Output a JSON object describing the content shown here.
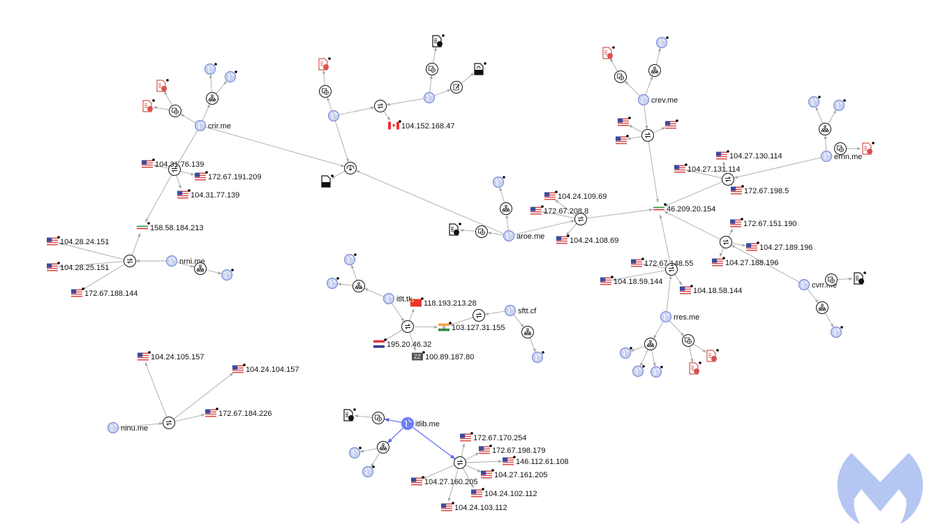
{
  "colors": {
    "edge": "#a8a8a8",
    "edge_highlight": "#5b6cf0",
    "domain_fill": "#c9d2f0",
    "domain_stroke": "#7f8fd8",
    "domain_highlight": "#5b6cf0",
    "file_red": "#d9534f",
    "logo": "#b4c6f2"
  },
  "nodes": [
    {
      "id": "crir",
      "type": "domain",
      "label": "crir.me"
    },
    {
      "id": "crir_dl",
      "type": "dns"
    },
    {
      "id": "crir_f1",
      "type": "file-red"
    },
    {
      "id": "crir_f2",
      "type": "file-red"
    },
    {
      "id": "crir_ws",
      "type": "sitemap"
    },
    {
      "id": "crir_g1",
      "type": "globe"
    },
    {
      "id": "crir_g2",
      "type": "globe"
    },
    {
      "id": "crir_rs",
      "type": "resolve"
    },
    {
      "id": "ip_104_31_76_139",
      "type": "flag",
      "flag": "us",
      "label": "104.31.76.139"
    },
    {
      "id": "ip_172_67_191_209",
      "type": "flag",
      "flag": "us",
      "label": "172.67.191.209"
    },
    {
      "id": "ip_104_31_77_139",
      "type": "flag",
      "flag": "us",
      "label": "104.31.77.139"
    },
    {
      "id": "ip_158_58_184_213",
      "type": "flag",
      "flag": "ir",
      "label": "158.58.184.213"
    },
    {
      "id": "nrni_rs",
      "type": "resolve"
    },
    {
      "id": "ip_104_28_24_151",
      "type": "flag",
      "flag": "us",
      "label": "104.28.24.151"
    },
    {
      "id": "ip_104_28_25_151",
      "type": "flag",
      "flag": "us",
      "label": "104.28.25.151"
    },
    {
      "id": "ip_172_67_188_144",
      "type": "flag",
      "flag": "us",
      "label": "172.67.188.144"
    },
    {
      "id": "nrni",
      "type": "domain",
      "label": "nrni.me"
    },
    {
      "id": "nrni_ws",
      "type": "sitemap"
    },
    {
      "id": "nrni_g1",
      "type": "globe"
    },
    {
      "id": "hub_dl",
      "type": "download"
    },
    {
      "id": "html_file",
      "type": "file-html"
    },
    {
      "id": "top_d1",
      "type": "domain"
    },
    {
      "id": "top_dns",
      "type": "dns"
    },
    {
      "id": "top_f1",
      "type": "file-red"
    },
    {
      "id": "top_rs",
      "type": "resolve"
    },
    {
      "id": "ip_104_152_168_47",
      "type": "flag",
      "flag": "ca",
      "label": "104.152.168.47"
    },
    {
      "id": "top_d2",
      "type": "domain"
    },
    {
      "id": "top_dns2",
      "type": "dns"
    },
    {
      "id": "top_f2",
      "type": "file-black"
    },
    {
      "id": "top_edit",
      "type": "edit"
    },
    {
      "id": "top_pdf",
      "type": "file-pdf"
    },
    {
      "id": "aroe",
      "type": "domain",
      "label": "aroe.me"
    },
    {
      "id": "aroe_dns",
      "type": "dns"
    },
    {
      "id": "aroe_f",
      "type": "file-black"
    },
    {
      "id": "aroe_ws",
      "type": "sitemap"
    },
    {
      "id": "aroe_g",
      "type": "globe"
    },
    {
      "id": "aroe_rs",
      "type": "resolve"
    },
    {
      "id": "ip_104_24_109_69",
      "type": "flag",
      "flag": "us",
      "label": "104.24.109.69"
    },
    {
      "id": "ip_172_67_208_8",
      "type": "flag",
      "flag": "us",
      "label": "172.67.208.8"
    },
    {
      "id": "ip_104_24_108_69",
      "type": "flag",
      "flag": "us",
      "label": "104.24.108.69"
    },
    {
      "id": "ip_46_209_20_154",
      "type": "flag",
      "flag": "ir",
      "label": "46.209.20.154"
    },
    {
      "id": "crev",
      "type": "domain",
      "label": "crev.me"
    },
    {
      "id": "crev_dns",
      "type": "dns"
    },
    {
      "id": "crev_f",
      "type": "file-red"
    },
    {
      "id": "crev_ws",
      "type": "sitemap"
    },
    {
      "id": "crev_g",
      "type": "globe"
    },
    {
      "id": "crev_rs",
      "type": "resolve"
    },
    {
      "id": "crev_ip1",
      "type": "flag",
      "flag": "us"
    },
    {
      "id": "crev_ip2",
      "type": "flag",
      "flag": "us"
    },
    {
      "id": "crev_ip3",
      "type": "flag",
      "flag": "us"
    },
    {
      "id": "ernn",
      "type": "domain",
      "label": "ernn.me"
    },
    {
      "id": "ernn_ws",
      "type": "sitemap"
    },
    {
      "id": "ernn_g1",
      "type": "globe"
    },
    {
      "id": "ernn_g2",
      "type": "globe"
    },
    {
      "id": "ernn_dns",
      "type": "dns"
    },
    {
      "id": "ernn_f",
      "type": "file-red"
    },
    {
      "id": "ernn_rs",
      "type": "resolve"
    },
    {
      "id": "ip_104_27_130_114",
      "type": "flag",
      "flag": "us",
      "label": "104.27.130.114"
    },
    {
      "id": "ip_104_27_131_114",
      "type": "flag",
      "flag": "us",
      "label": "104.27.131.114"
    },
    {
      "id": "ip_172_67_198_5",
      "type": "flag",
      "flag": "us",
      "label": "172.67.198.5"
    },
    {
      "id": "cvrr_rs",
      "type": "resolve"
    },
    {
      "id": "ip_172_67_151_190",
      "type": "flag",
      "flag": "us",
      "label": "172.67.151.190"
    },
    {
      "id": "ip_104_27_189_196",
      "type": "flag",
      "flag": "us",
      "label": "104.27.189.196"
    },
    {
      "id": "ip_104_27_188_196",
      "type": "flag",
      "flag": "us",
      "label": "104.27.188.196"
    },
    {
      "id": "cvrr",
      "type": "domain",
      "label": "cvrr.me"
    },
    {
      "id": "cvrr_dns",
      "type": "dns"
    },
    {
      "id": "cvrr_f",
      "type": "file-black"
    },
    {
      "id": "cvrr_ws",
      "type": "sitemap"
    },
    {
      "id": "cvrr_g",
      "type": "globe"
    },
    {
      "id": "rres_rs",
      "type": "resolve"
    },
    {
      "id": "ip_172_67_148_55",
      "type": "flag",
      "flag": "us",
      "label": "172.67.148.55"
    },
    {
      "id": "ip_104_18_59_144",
      "type": "flag",
      "flag": "us",
      "label": "104.18.59.144"
    },
    {
      "id": "ip_104_18_58_144",
      "type": "flag",
      "flag": "us",
      "label": "104.18.58.144"
    },
    {
      "id": "rres",
      "type": "domain",
      "label": "rres.me"
    },
    {
      "id": "rres_ws",
      "type": "sitemap"
    },
    {
      "id": "rres_g1",
      "type": "globe"
    },
    {
      "id": "rres_g2",
      "type": "globe"
    },
    {
      "id": "rres_g3",
      "type": "globe"
    },
    {
      "id": "rres_dns",
      "type": "dns"
    },
    {
      "id": "rres_f1",
      "type": "file-red"
    },
    {
      "id": "rres_f2",
      "type": "file-red"
    },
    {
      "id": "itlt",
      "type": "domain",
      "label": "itlt.tk"
    },
    {
      "id": "itlt_ws",
      "type": "sitemap"
    },
    {
      "id": "itlt_g1",
      "type": "globe"
    },
    {
      "id": "itlt_g2",
      "type": "globe"
    },
    {
      "id": "itlt_rs",
      "type": "resolve"
    },
    {
      "id": "ip_118_193_213_28",
      "type": "flag",
      "flag": "cn",
      "label": "118.193.213.28"
    },
    {
      "id": "ip_103_127_31_155",
      "type": "flag",
      "flag": "in",
      "label": "103.127.31.155"
    },
    {
      "id": "ip_195_20_46_32",
      "type": "flag",
      "flag": "nl",
      "label": "195.20.46.32"
    },
    {
      "id": "ip_100_89_187_80",
      "type": "flag",
      "flag": "zz",
      "label": "100.89.187.80"
    },
    {
      "id": "sftt",
      "type": "domain",
      "label": "sftt.cf"
    },
    {
      "id": "sftt_rs",
      "type": "resolve"
    },
    {
      "id": "sftt_ws",
      "type": "sitemap"
    },
    {
      "id": "sftt_g",
      "type": "globe"
    },
    {
      "id": "ninu",
      "type": "domain",
      "label": "ninu.me"
    },
    {
      "id": "ninu_rs",
      "type": "resolve"
    },
    {
      "id": "ip_104_24_105_157",
      "type": "flag",
      "flag": "us",
      "label": "104.24.105.157"
    },
    {
      "id": "ip_104_24_104_157",
      "type": "flag",
      "flag": "us",
      "label": "104.24.104.157"
    },
    {
      "id": "ip_172_67_184_226",
      "type": "flag",
      "flag": "us",
      "label": "172.67.184.226"
    },
    {
      "id": "itlib",
      "type": "domain-selected",
      "label": "itlib.me"
    },
    {
      "id": "itlib_dns",
      "type": "dns"
    },
    {
      "id": "itlib_f",
      "type": "file-black"
    },
    {
      "id": "itlib_ws",
      "type": "sitemap"
    },
    {
      "id": "itlib_g1",
      "type": "globe"
    },
    {
      "id": "itlib_g2",
      "type": "globe"
    },
    {
      "id": "itlib_rs",
      "type": "resolve"
    },
    {
      "id": "ip_172_67_170_254",
      "type": "flag",
      "flag": "us",
      "label": "172.67.170.254"
    },
    {
      "id": "ip_172_67_198_179",
      "type": "flag",
      "flag": "us",
      "label": "172.67.198.179"
    },
    {
      "id": "ip_146_112_61_108",
      "type": "flag",
      "flag": "us",
      "label": "146.112.61.108"
    },
    {
      "id": "ip_104_27_161_205",
      "type": "flag",
      "flag": "us",
      "label": "104.27.161.205"
    },
    {
      "id": "ip_104_27_160_205",
      "type": "flag",
      "flag": "us",
      "label": "104.27.160.205"
    },
    {
      "id": "ip_104_24_102_112",
      "type": "flag",
      "flag": "us",
      "label": "104.24.102.112"
    },
    {
      "id": "ip_104_24_103_112",
      "type": "flag",
      "flag": "us",
      "label": "104.24.103.112"
    }
  ],
  "edges": [
    [
      "crir",
      "crir_dl"
    ],
    [
      "crir_dl",
      "crir_f1"
    ],
    [
      "crir_dl",
      "crir_f2"
    ],
    [
      "crir",
      "crir_ws"
    ],
    [
      "crir_ws",
      "crir_g1"
    ],
    [
      "crir_ws",
      "crir_g2"
    ],
    [
      "crir",
      "hub_dl"
    ],
    [
      "crir",
      "crir_rs"
    ],
    [
      "crir_rs",
      "ip_104_31_76_139"
    ],
    [
      "crir_rs",
      "ip_172_67_191_209"
    ],
    [
      "crir_rs",
      "ip_104_31_77_139"
    ],
    [
      "crir_rs",
      "ip_158_58_184_213"
    ],
    [
      "nrni_rs",
      "ip_158_58_184_213"
    ],
    [
      "nrni_rs",
      "ip_104_28_24_151"
    ],
    [
      "nrni_rs",
      "ip_104_28_25_151"
    ],
    [
      "nrni_rs",
      "ip_172_67_188_144"
    ],
    [
      "nrni",
      "nrni_rs"
    ],
    [
      "nrni",
      "nrni_ws"
    ],
    [
      "nrni_ws",
      "nrni_g1"
    ],
    [
      "hub_dl",
      "html_file"
    ],
    [
      "top_d1",
      "hub_dl"
    ],
    [
      "aroe",
      "hub_dl"
    ],
    [
      "top_d1",
      "top_dns"
    ],
    [
      "top_dns",
      "top_f1"
    ],
    [
      "top_d1",
      "top_rs"
    ],
    [
      "top_d2",
      "top_rs"
    ],
    [
      "top_rs",
      "ip_104_152_168_47"
    ],
    [
      "top_d2",
      "top_dns2"
    ],
    [
      "top_dns2",
      "top_f2"
    ],
    [
      "top_d2",
      "top_edit"
    ],
    [
      "top_edit",
      "top_pdf"
    ],
    [
      "aroe",
      "aroe_dns"
    ],
    [
      "aroe_dns",
      "aroe_f"
    ],
    [
      "aroe",
      "aroe_ws"
    ],
    [
      "aroe_ws",
      "aroe_g"
    ],
    [
      "aroe",
      "aroe_rs"
    ],
    [
      "aroe_rs",
      "ip_104_24_109_69"
    ],
    [
      "aroe_rs",
      "ip_172_67_208_8"
    ],
    [
      "aroe_rs",
      "ip_104_24_108_69"
    ],
    [
      "aroe_rs",
      "ip_46_209_20_154"
    ],
    [
      "crev",
      "crev_dns"
    ],
    [
      "crev_dns",
      "crev_f"
    ],
    [
      "crev",
      "crev_ws"
    ],
    [
      "crev_ws",
      "crev_g"
    ],
    [
      "crev",
      "crev_rs"
    ],
    [
      "crev_rs",
      "crev_ip1"
    ],
    [
      "crev_rs",
      "crev_ip2"
    ],
    [
      "crev_rs",
      "crev_ip3"
    ],
    [
      "crev_rs",
      "ip_46_209_20_154"
    ],
    [
      "ernn",
      "ernn_ws"
    ],
    [
      "ernn_ws",
      "ernn_g1"
    ],
    [
      "ernn_ws",
      "ernn_g2"
    ],
    [
      "ernn_dns",
      "ernn_f"
    ],
    [
      "ernn",
      "ernn_rs"
    ],
    [
      "ernn_rs",
      "ip_104_27_130_114"
    ],
    [
      "ernn_rs",
      "ip_104_27_131_114"
    ],
    [
      "ernn_rs",
      "ip_172_67_198_5"
    ],
    [
      "ernn_rs",
      "ip_46_209_20_154"
    ],
    [
      "cvrr",
      "cvrr_rs"
    ],
    [
      "cvrr_rs",
      "ip_172_67_151_190"
    ],
    [
      "cvrr_rs",
      "ip_104_27_189_196"
    ],
    [
      "cvrr_rs",
      "ip_104_27_188_196"
    ],
    [
      "cvrr_rs",
      "ip_46_209_20_154"
    ],
    [
      "cvrr_dns",
      "cvrr_f"
    ],
    [
      "cvrr",
      "cvrr_ws"
    ],
    [
      "cvrr_ws",
      "cvrr_g"
    ],
    [
      "rres",
      "rres_rs"
    ],
    [
      "rres_rs",
      "ip_172_67_148_55"
    ],
    [
      "rres_rs",
      "ip_104_18_59_144"
    ],
    [
      "rres_rs",
      "ip_104_18_58_144"
    ],
    [
      "rres_rs",
      "ip_46_209_20_154"
    ],
    [
      "rres",
      "rres_ws"
    ],
    [
      "rres_ws",
      "rres_g1"
    ],
    [
      "rres_ws",
      "rres_g2"
    ],
    [
      "rres_ws",
      "rres_g3"
    ],
    [
      "rres",
      "rres_dns"
    ],
    [
      "rres_dns",
      "rres_f1"
    ],
    [
      "rres_dns",
      "rres_f2"
    ],
    [
      "itlt",
      "itlt_ws"
    ],
    [
      "itlt_ws",
      "itlt_g1"
    ],
    [
      "itlt_ws",
      "itlt_g2"
    ],
    [
      "itlt",
      "itlt_rs"
    ],
    [
      "itlt_rs",
      "ip_118_193_213_28"
    ],
    [
      "itlt_rs",
      "ip_103_127_31_155"
    ],
    [
      "itlt_rs",
      "ip_195_20_46_32"
    ],
    [
      "itlt_rs",
      "ip_100_89_187_80"
    ],
    [
      "sftt",
      "sftt_rs"
    ],
    [
      "sftt_rs",
      "ip_103_127_31_155"
    ],
    [
      "sftt",
      "sftt_ws"
    ],
    [
      "sftt_ws",
      "sftt_g"
    ],
    [
      "ninu",
      "ninu_rs"
    ],
    [
      "ninu_rs",
      "ip_104_24_105_157"
    ],
    [
      "ninu_rs",
      "ip_104_24_104_157"
    ],
    [
      "ninu_rs",
      "ip_172_67_184_226"
    ],
    [
      "itlib",
      "itlib_dns",
      "hl"
    ],
    [
      "itlib_dns",
      "itlib_f"
    ],
    [
      "itlib",
      "itlib_ws",
      "hl"
    ],
    [
      "itlib_ws",
      "itlib_g1"
    ],
    [
      "itlib_ws",
      "itlib_g2"
    ],
    [
      "itlib",
      "itlib_rs",
      "hl"
    ],
    [
      "itlib_rs",
      "ip_172_67_170_254"
    ],
    [
      "itlib_rs",
      "ip_172_67_198_179"
    ],
    [
      "itlib_rs",
      "ip_146_112_61_108"
    ],
    [
      "itlib_rs",
      "ip_104_27_161_205"
    ],
    [
      "itlib_rs",
      "ip_104_27_160_205"
    ],
    [
      "itlib_rs",
      "ip_104_24_102_112"
    ],
    [
      "itlib_rs",
      "ip_104_24_103_112"
    ]
  ],
  "logo": {
    "name": "malwarebytes-logo"
  }
}
